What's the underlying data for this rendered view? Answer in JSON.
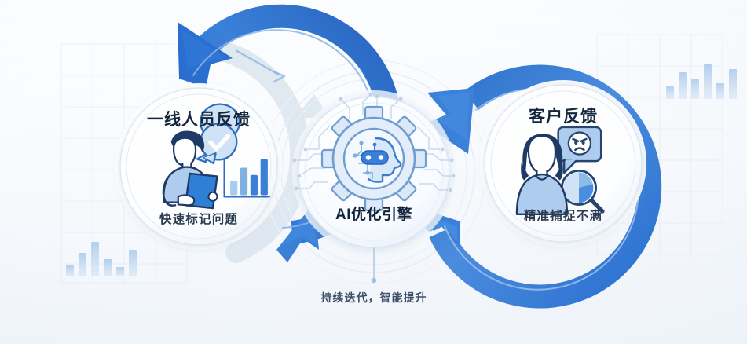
{
  "diagram": {
    "type": "closed-loop-feedback-cycle",
    "background_color": "#f6f9fc",
    "accent_blue": "#3a7fd5",
    "accent_blue_dark": "#2566c0",
    "ghost_gray": "#d8e0ea"
  },
  "nodes": {
    "left": {
      "title": "一线人员反馈",
      "caption": "快速标记问题",
      "icon_name": "staff-tablet-check-chart-illustration"
    },
    "center": {
      "title": "AI优化引擎",
      "icon_name": "ai-gear-brain-icon"
    },
    "right": {
      "title": "客户反馈",
      "caption": "精准捕捉不满",
      "icon_name": "customer-angry-feedback-illustration"
    }
  },
  "footer": {
    "caption": "持续迭代，智能提升"
  },
  "decorations": {
    "grid_left": "faint-grid-panel",
    "grid_right": "faint-grid-panel",
    "bars_bottom_left": [
      14,
      30,
      44,
      22,
      12,
      34
    ],
    "bars_top_right": [
      16,
      34,
      26,
      44,
      20,
      38
    ]
  },
  "arrows": {
    "left_loop_top": "arrow-up-right",
    "left_loop_bottom": "arrow-up-right-inner",
    "right_loop_top": "arrow-down-left",
    "right_loop_bottom": "arrow-up-left"
  }
}
